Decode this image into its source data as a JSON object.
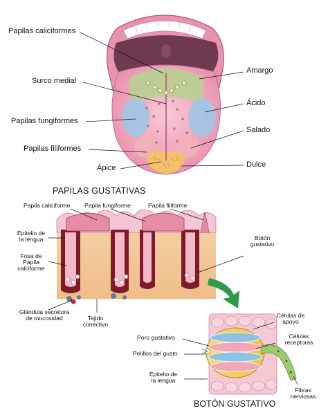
{
  "tongue_labels": {
    "papilas_caliciformes": "Papilas caliciformes",
    "surco_medial": "Surco medial",
    "papilas_fungiformes": "Papilas fungiformes",
    "papilas_filiformes": "Papilas filiformes",
    "apice": "Ápice",
    "amargo": "Amargo",
    "acido": "Ácido",
    "salado": "Salado",
    "dulce": "Dulce"
  },
  "section_title": "PAPILAS GUSTATIVAS",
  "papila_labels": {
    "papila_caliciforme": "Papila caliciforme",
    "papila_fungiforme": "Papila fungiforme",
    "papila_filiforme": "Papila filiforme",
    "epitelio_lengua_1": "Epitelio de",
    "epitelio_lengua_2": "la lengua",
    "fosa_1": "Fosa de",
    "fosa_2": "Papila",
    "fosa_3": "calciforme",
    "boton_1": "Botón",
    "boton_2": "gustativo",
    "glandula_1": "Glándula secretora",
    "glandula_2": "de mucosidad",
    "tejido_1": "Tejido",
    "tejido_2": "conectivo"
  },
  "bud_title": "BOTÓN GUSTATIVO",
  "bud_labels": {
    "celulas_apoyo_1": "Células de",
    "celulas_apoyo_2": "apoyo",
    "poro_gustativo": "Poro gustativo",
    "celulas_receptoras_1": "Células",
    "celulas_receptoras_2": "receptoras",
    "pelillos_gusto": "Pelillos del gusto",
    "epitelio_1": "Epitelio de",
    "epitelio_2": "la lengua",
    "fibras_1": "Fibras",
    "fibras_2": "nerviosas"
  },
  "colors": {
    "bitter": "#b4d48e",
    "sour": "#9ec6e6",
    "salty": "#f0b1b8",
    "sweet": "#f2c16a",
    "tongue": "#f4b6c9",
    "connective_tissue": "#f2c8a0",
    "papilla_dark": "#7d1a2c",
    "arrow": "#2e9a45"
  }
}
